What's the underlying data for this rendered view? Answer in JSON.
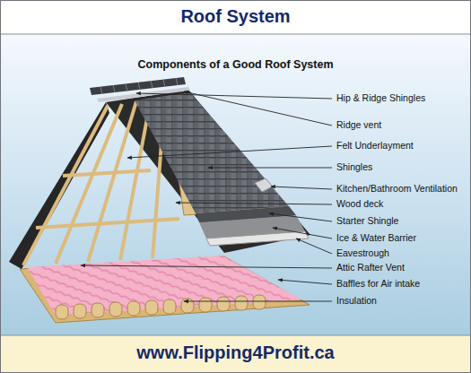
{
  "diagram": {
    "title": "Roof System",
    "caption": "www.Flipping4Profit.ca",
    "labels": [
      "Components of a Good Roof System",
      "Hip & Ridge Shingles",
      "Ridge vent",
      "Felt Underlayment",
      "Shingles",
      "Kitchen/Bathroom Ventilation",
      "Wood deck",
      "Starter Shingle",
      "Ice & Water Barrier",
      "Eavestrough",
      "Attic Rafter Vent",
      "Baffles for Air intake",
      "Insulation"
    ]
  }
}
